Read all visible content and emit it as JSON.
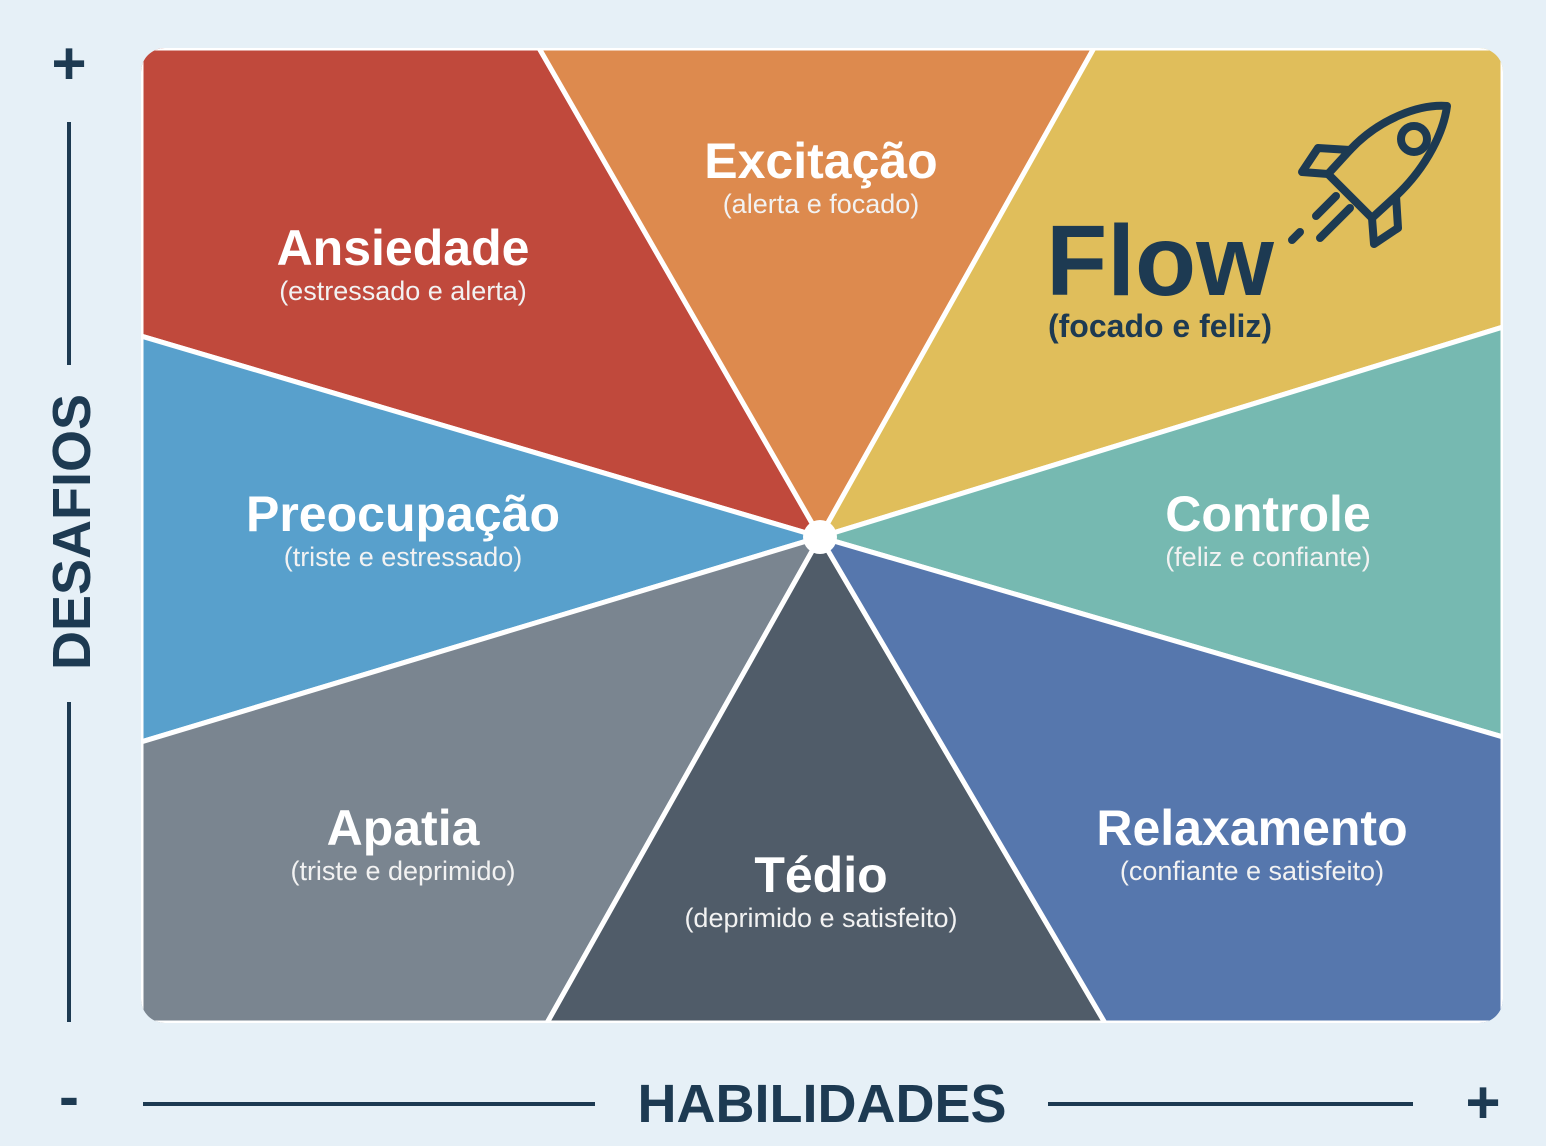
{
  "axes": {
    "y_label": "DESAFIOS",
    "y_plus": "+",
    "x_label": "HABILIDADES",
    "x_minus": "-",
    "x_plus": "+"
  },
  "segments": {
    "anxiety": {
      "title": "Ansiedade",
      "subtitle": "(estressado e alerta)",
      "color": "#c0493c"
    },
    "arousal": {
      "title": "Excitação",
      "subtitle": "(alerta e focado)",
      "color": "#dd8a4e"
    },
    "flow": {
      "title": "Flow",
      "subtitle": "(focado e feliz)",
      "color": "#e0be5b"
    },
    "worry": {
      "title": "Preocupação",
      "subtitle": "(triste e estressado)",
      "color": "#58a0cc"
    },
    "control": {
      "title": "Controle",
      "subtitle": "(feliz e confiante)",
      "color": "#76b9b1"
    },
    "apathy": {
      "title": "Apatia",
      "subtitle": "(triste e deprimido)",
      "color": "#7a8590"
    },
    "boredom": {
      "title": "Tédio",
      "subtitle": "(deprimido e satisfeito)",
      "color": "#505c69"
    },
    "relaxation": {
      "title": "Relaxamento",
      "subtitle": "(confiante e satisfeito)",
      "color": "#5677ad"
    }
  },
  "icons": {
    "flow_icon": "rocket-icon"
  },
  "accent_dark": "#1d3a52"
}
